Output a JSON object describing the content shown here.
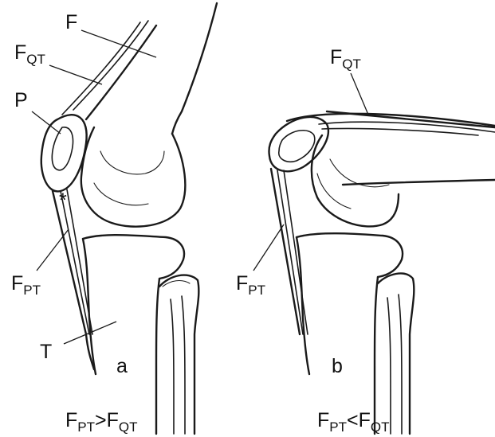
{
  "panel_a": {
    "label": "a",
    "labels": {
      "femur": "F",
      "quad_tendon_main": "F",
      "quad_tendon_sub": "QT",
      "patella": "P",
      "asterisk": "*",
      "patellar_tendon_main": "F",
      "patellar_tendon_sub": "PT",
      "tibia": "T"
    },
    "caption": {
      "left_main": "F",
      "left_sub": "PT",
      "relation": ">",
      "right_main": "F",
      "right_sub": "QT"
    }
  },
  "panel_b": {
    "label": "b",
    "labels": {
      "quad_tendon_main": "F",
      "quad_tendon_sub": "QT",
      "patellar_tendon_main": "F",
      "patellar_tendon_sub": "PT"
    },
    "caption": {
      "left_main": "F",
      "left_sub": "PT",
      "relation": "<",
      "right_main": "F",
      "right_sub": "QT"
    }
  }
}
